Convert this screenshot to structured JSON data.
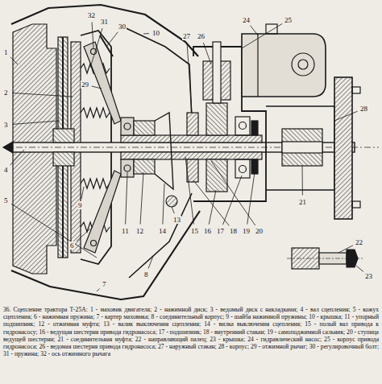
{
  "diagram": {
    "caption": "36. Сцепление трактора Т-25А: 1 - маховик двигателя; 2 - нажимной диск; 3 - ведомый диск с накладками; 4 - вал сцепления; 5 - кожух сцепления; 6 - нажимная пружина; 7 - картер маховика; 8 - соединительный корпус; 9 - шайба нажимной пружины; 10 - крышка; 11 - упорный подшипник; 12 - отжимная муфта; 13 - валик выключения сцепления; 14 - вилка выключения сцепления; 15 - полый вал привода к гидронасосу; 16 - ведущая шестерня привода гидронасоса; 17 - подшипник; 18 - внутренний стакан; 19 - самоподжимной сальник; 20 - ступица ведущей шестерни; 21 - соединительная муфта; 22 - направляющий палец; 23 - крышка; 24 - гидравлический насос; 25 - корпус привода гидронасоса; 26 - ведомая шестерня привода гидронасоса; 27 - наружный стакан; 28 - корпус; 29 - отжимной рычаг; 30 - регулировочный болт; 31 - пружина; 32 - ось отжимного рычага",
    "labels": [
      "32",
      "31",
      "30",
      "10",
      "29",
      "27",
      "26",
      "24",
      "25",
      "28",
      "1",
      "2",
      "3",
      "4",
      "5",
      "6",
      "7",
      "8",
      "9",
      "11",
      "12",
      "13",
      "14",
      "15",
      "16",
      "17",
      "18",
      "19",
      "20",
      "21",
      "22",
      "23"
    ]
  }
}
